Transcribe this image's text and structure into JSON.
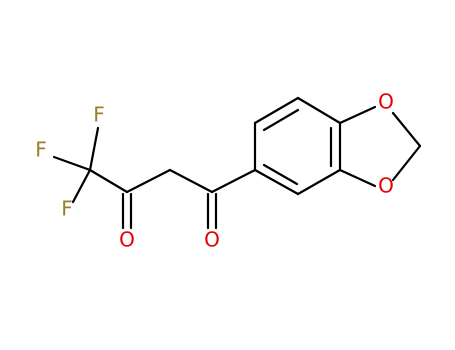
{
  "molecule": {
    "atoms": {
      "f_top": {
        "symbol": "F",
        "color": "#9a7d2d"
      },
      "f_left": {
        "symbol": "F",
        "color": "#9a7d2d"
      },
      "f_bottom": {
        "symbol": "F",
        "color": "#9a7d2d"
      },
      "o_ketone_left": {
        "symbol": "O",
        "color": "#e60000"
      },
      "o_ketone_right": {
        "symbol": "O",
        "color": "#e60000"
      },
      "o_ring_top": {
        "symbol": "O",
        "color": "#e60000"
      },
      "o_ring_bottom": {
        "symbol": "O",
        "color": "#e60000"
      }
    }
  }
}
